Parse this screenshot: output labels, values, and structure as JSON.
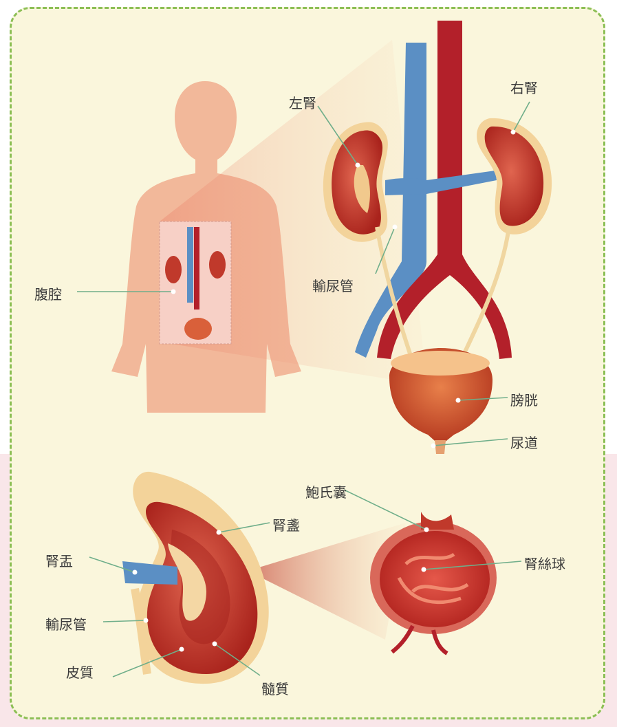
{
  "labels": {
    "left_kidney": "左腎",
    "right_kidney": "右腎",
    "abdominal_cavity": "腹腔",
    "ureter_top": "輸尿管",
    "bladder": "膀胱",
    "urethra": "尿道",
    "bowmans_capsule": "鮑氏囊",
    "renal_calyx": "腎盞",
    "renal_pelvis": "腎盂",
    "glomerulus": "腎絲球",
    "ureter_bottom": "輸尿管",
    "cortex": "皮質",
    "medulla": "髓質"
  },
  "colors": {
    "panel": "#faf6dc",
    "border": "#8cbf55",
    "silhouette": "#f2b89a",
    "kidney": "#c0392b",
    "aorta": "#b3202a",
    "vena_cava": "#5b8fc4",
    "leader_line": "#6fae8a"
  }
}
